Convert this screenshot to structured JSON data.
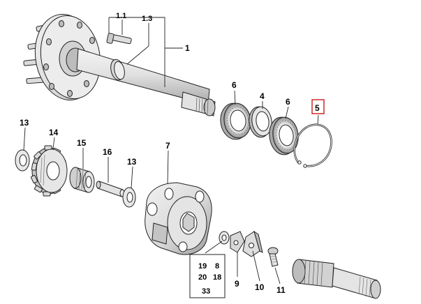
{
  "labels": {
    "p1": "1",
    "p1_1": "1.1",
    "p1_3": "1.3",
    "p4": "4",
    "p5": "5",
    "p6a": "6",
    "p6b": "6",
    "p7": "7",
    "p9": "9",
    "p10": "10",
    "p11": "11",
    "p13a": "13",
    "p13b": "13",
    "p14": "14",
    "p15": "15",
    "p16": "16"
  },
  "group_box": {
    "row1": [
      "19",
      "8"
    ],
    "row2": [
      "20",
      "18"
    ],
    "row3": [
      "33"
    ]
  },
  "highlighted_part": "5",
  "colors": {
    "line": "#222222",
    "metal_light": "#e9e9e9",
    "metal_mid": "#cfcfcf",
    "metal_dark": "#9c9c9c",
    "highlight": "#d01818"
  }
}
